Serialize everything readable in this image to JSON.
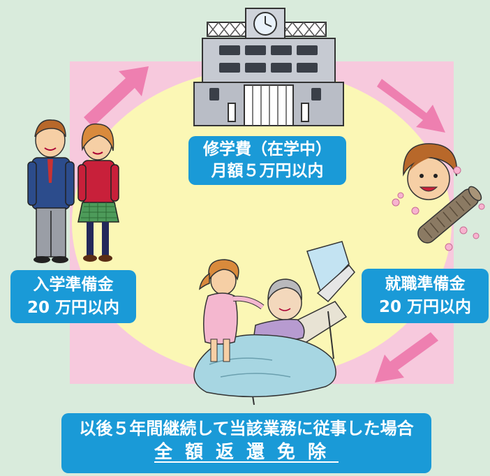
{
  "tuition": {
    "line1": "修学費（在学中）",
    "line2": "月額５万円以内"
  },
  "entrance": {
    "line1": "入学準備金",
    "line2": "20 万円以内"
  },
  "employment": {
    "line1": "就職準備金",
    "line2": "20 万円以内"
  },
  "exemption": {
    "line1": "以後５年間継続して当該業務に従事した場合",
    "line2": "全額返還免除"
  },
  "icons": [
    "school-building-icon",
    "students-icon",
    "graduate-face-icon",
    "caregiver-elderly-icon",
    "cycle-arrow-icon"
  ],
  "colors": {
    "background": "#d9ebdc",
    "panel": "#f7c9dd",
    "center": "#fbf7b5",
    "label_bg": "#1a9ad7",
    "arrow": "#ee7fb0"
  }
}
